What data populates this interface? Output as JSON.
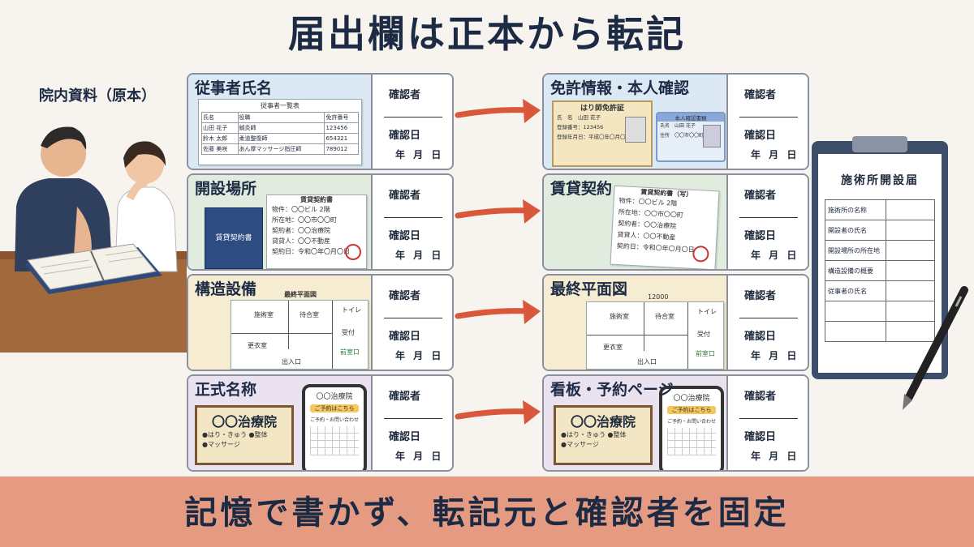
{
  "title": "届出欄は正本から転記",
  "original_label": "院内資料（原本）",
  "footer": "記憶で書かず、転記元と確認者を固定",
  "check": {
    "confirmer": "確認者",
    "date": "確認日",
    "ymd": "年 月 日"
  },
  "colors": {
    "accent_arrow": "#d9573b",
    "band": "#e59a82",
    "blue": "#dce9f4",
    "green": "#e1ecdf",
    "yellow": "#f6ecd2",
    "purple": "#ebe2ef"
  },
  "left_cards": [
    {
      "heading": "従事者氏名",
      "doc_title": "従事者一覧表",
      "headers": [
        "氏名",
        "役職",
        "免許番号"
      ],
      "rows": [
        [
          "山田 花子",
          "鍼灸師",
          "123456"
        ],
        [
          "鈴木 太郎",
          "柔道整復師",
          "654321"
        ],
        [
          "佐藤 美咲",
          "あん摩マッサージ指圧師",
          "789012"
        ]
      ]
    },
    {
      "heading": "開設場所",
      "book": "賃貸契約書",
      "doc_title": "賃貸契約書",
      "lines": [
        "物件：〇〇ビル 2階",
        "所在地：〇〇市〇〇町",
        "契約者：〇〇治療院",
        "貸貸人：〇〇不動産",
        "契約日：令和〇年〇月〇日"
      ]
    },
    {
      "heading": "構造設備",
      "plan_title": "最終平面図",
      "rooms": [
        "施術室",
        "待合室",
        "トイレ",
        "更衣室",
        "受付",
        "前室口",
        "出入口"
      ]
    },
    {
      "heading": "正式名称",
      "sign": "〇〇治療院",
      "sign_items": [
        "●はり・きゅう",
        "●整体",
        "●マッサージ"
      ],
      "phone_title": "〇〇治療院",
      "phone_button": "ご予約はこちら",
      "phone_sub": "ご予約・お問い合わせ"
    }
  ],
  "right_cards": [
    {
      "heading": "免許情報・本人確認",
      "license_title": "はり師免許証",
      "license_lines": [
        "氏　名　山田 花子",
        "登録番号：123456",
        "登録年月日：平成〇年〇月〇日"
      ],
      "id_title": "本人確認書類",
      "id_lines": [
        "氏名　山田 花子",
        "住所　〇〇市〇〇町"
      ]
    },
    {
      "heading": "賃貸契約",
      "doc_title": "賃貸契約書（写）",
      "lines": [
        "物件：〇〇ビル 2階",
        "所在地：〇〇市〇〇町",
        "契約者：〇〇治療院",
        "貸貸人：〇〇不動産",
        "契約日：令和〇年〇月〇日"
      ]
    },
    {
      "heading": "最終平面図",
      "dimension": "12000",
      "rooms": [
        "施術室",
        "待合室",
        "トイレ",
        "更衣室",
        "受付",
        "前室口",
        "出入口"
      ]
    },
    {
      "heading": "看板・予約ページ",
      "sign": "〇〇治療院",
      "sign_items": [
        "●はり・きゅう",
        "●整体",
        "●マッサージ"
      ],
      "phone_title": "〇〇治療院",
      "phone_button": "ご予約はこちら",
      "phone_sub": "ご予約・お問い合わせ"
    }
  ],
  "form": {
    "title": "施術所開設届",
    "rows": [
      "施術所の名称",
      "開設者の氏名",
      "開設場所の所在地",
      "構造設備の概要",
      "従事者の氏名"
    ]
  }
}
